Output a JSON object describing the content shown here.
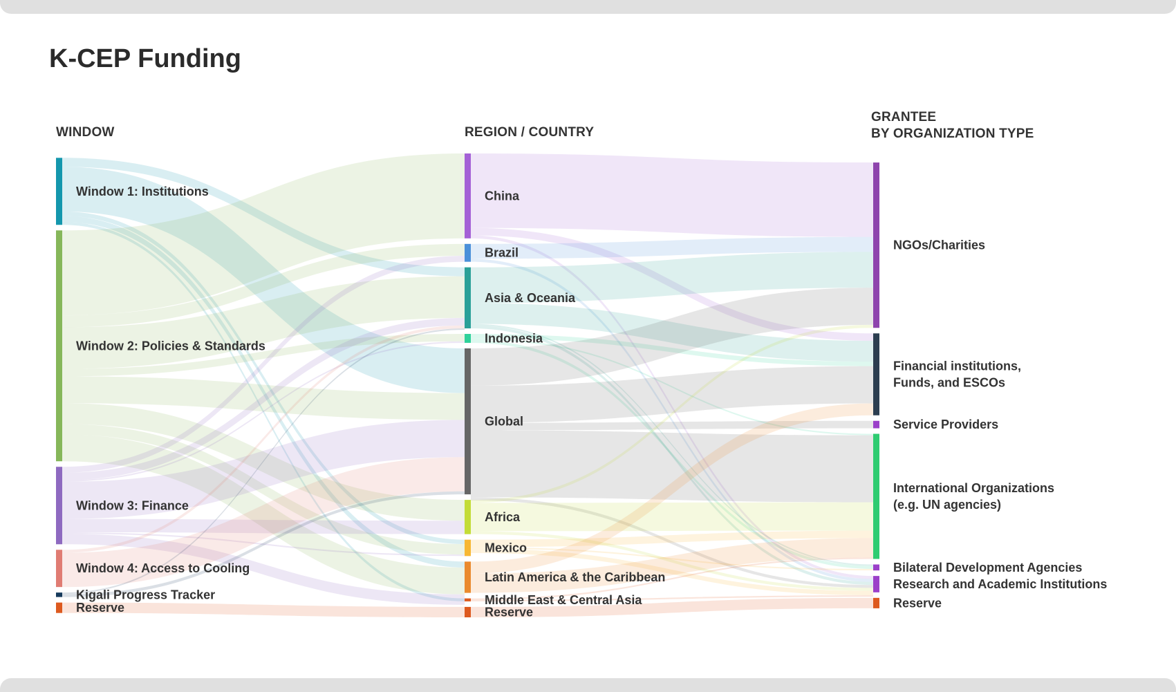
{
  "title": "K-CEP Funding",
  "columns": {
    "window": "WINDOW",
    "region": "REGION / COUNTRY",
    "grantee_line1": "GRANTEE",
    "grantee_line2": "BY ORGANIZATION TYPE"
  },
  "chart_data": {
    "type": "sankey",
    "title": "K-CEP Funding",
    "stages": [
      "WINDOW",
      "REGION / COUNTRY",
      "GRANTEE BY ORGANIZATION TYPE"
    ],
    "nodes": [
      {
        "id": "w1",
        "stage": 0,
        "label": [
          "Window 1: Institutions"
        ],
        "value": 45,
        "color": "#1497ad"
      },
      {
        "id": "w2",
        "stage": 0,
        "label": [
          "Window 2: Policies & Standards"
        ],
        "value": 155,
        "color": "#86b75a"
      },
      {
        "id": "w3",
        "stage": 0,
        "label": [
          "Window 3: Finance"
        ],
        "value": 52,
        "color": "#8e6ac0"
      },
      {
        "id": "w4",
        "stage": 0,
        "label": [
          "Window 4: Access to Cooling"
        ],
        "value": 25,
        "color": "#e07c73"
      },
      {
        "id": "w5",
        "stage": 0,
        "label": [
          "Kigali Progress Tracker"
        ],
        "value": 3,
        "color": "#163a5c"
      },
      {
        "id": "w6",
        "stage": 0,
        "label": [
          "Reserve"
        ],
        "value": 7,
        "color": "#dd5a1f"
      },
      {
        "id": "r_china",
        "stage": 1,
        "label": [
          "China"
        ],
        "value": 57,
        "color": "#a461d6"
      },
      {
        "id": "r_brazil",
        "stage": 1,
        "label": [
          "Brazil"
        ],
        "value": 12,
        "color": "#4a90d9"
      },
      {
        "id": "r_asia",
        "stage": 1,
        "label": [
          "Asia & Oceania"
        ],
        "value": 41,
        "color": "#2aa098"
      },
      {
        "id": "r_indonesia",
        "stage": 1,
        "label": [
          "Indonesia"
        ],
        "value": 6,
        "color": "#2fd19a"
      },
      {
        "id": "r_global",
        "stage": 1,
        "label": [
          "Global"
        ],
        "value": 98,
        "color": "#666666"
      },
      {
        "id": "r_africa",
        "stage": 1,
        "label": [
          "Africa"
        ],
        "value": 23,
        "color": "#c3dc37"
      },
      {
        "id": "r_mexico",
        "stage": 1,
        "label": [
          "Mexico"
        ],
        "value": 11,
        "color": "#f7b733"
      },
      {
        "id": "r_latam",
        "stage": 1,
        "label": [
          "Latin America & the Caribbean"
        ],
        "value": 21,
        "color": "#ea8a2e"
      },
      {
        "id": "r_mideast",
        "stage": 1,
        "label": [
          "Middle East & Central Asia"
        ],
        "value": 2,
        "color": "#dd5a1f"
      },
      {
        "id": "r_reserve",
        "stage": 1,
        "label": [
          "Reserve"
        ],
        "value": 7,
        "color": "#dd5a1f"
      },
      {
        "id": "g_ngo",
        "stage": 2,
        "label": [
          "NGOs/Charities"
        ],
        "value": 111,
        "color": "#8e44ad"
      },
      {
        "id": "g_fin",
        "stage": 2,
        "label": [
          "Financial institutions,",
          "Funds, and ESCOs"
        ],
        "value": 55,
        "color": "#2c3e50"
      },
      {
        "id": "g_serv",
        "stage": 2,
        "label": [
          "Service Providers"
        ],
        "value": 5,
        "color": "#9b40c9"
      },
      {
        "id": "g_intl",
        "stage": 2,
        "label": [
          "International Organizations",
          "(e.g. UN agencies)"
        ],
        "value": 84,
        "color": "#2ecc71"
      },
      {
        "id": "g_bilat",
        "stage": 2,
        "label": [
          "Bilateral Development Agencies"
        ],
        "value": 4,
        "color": "#9b40c9"
      },
      {
        "id": "g_research",
        "stage": 2,
        "label": [
          "Research and Academic Institutions"
        ],
        "value": 11,
        "color": "#9b40c9"
      },
      {
        "id": "g_reserve",
        "stage": 2,
        "label": [
          "Reserve"
        ],
        "value": 7,
        "color": "#dd5a1f"
      }
    ],
    "links": [
      {
        "source": "w1",
        "target": "r_asia",
        "value": 6
      },
      {
        "source": "w1",
        "target": "r_global",
        "value": 30
      },
      {
        "source": "w1",
        "target": "r_mexico",
        "value": 3
      },
      {
        "source": "w1",
        "target": "r_latam",
        "value": 4
      },
      {
        "source": "w1",
        "target": "r_mideast",
        "value": 2
      },
      {
        "source": "w2",
        "target": "r_china",
        "value": 57
      },
      {
        "source": "w2",
        "target": "r_brazil",
        "value": 8
      },
      {
        "source": "w2",
        "target": "r_asia",
        "value": 28
      },
      {
        "source": "w2",
        "target": "r_indonesia",
        "value": 5
      },
      {
        "source": "w2",
        "target": "r_global",
        "value": 18
      },
      {
        "source": "w2",
        "target": "r_africa",
        "value": 14
      },
      {
        "source": "w2",
        "target": "r_mexico",
        "value": 7
      },
      {
        "source": "w2",
        "target": "r_latam",
        "value": 18
      },
      {
        "source": "w3",
        "target": "r_brazil",
        "value": 4
      },
      {
        "source": "w3",
        "target": "r_asia",
        "value": 5
      },
      {
        "source": "w3",
        "target": "r_indonesia",
        "value": 1
      },
      {
        "source": "w3",
        "target": "r_global",
        "value": 25
      },
      {
        "source": "w3",
        "target": "r_africa",
        "value": 9
      },
      {
        "source": "w3",
        "target": "r_mexico",
        "value": 1
      },
      {
        "source": "w3",
        "target": "r_latam",
        "value": 7
      },
      {
        "source": "w4",
        "target": "r_asia",
        "value": 2
      },
      {
        "source": "w4",
        "target": "r_global",
        "value": 23
      },
      {
        "source": "w5",
        "target": "r_asia",
        "value": 1
      },
      {
        "source": "w5",
        "target": "r_global",
        "value": 2
      },
      {
        "source": "w6",
        "target": "r_reserve",
        "value": 7
      },
      {
        "source": "r_china",
        "target": "g_ngo",
        "value": 50
      },
      {
        "source": "r_china",
        "target": "g_fin",
        "value": 5
      },
      {
        "source": "r_china",
        "target": "g_research",
        "value": 2
      },
      {
        "source": "r_brazil",
        "target": "g_ngo",
        "value": 10
      },
      {
        "source": "r_brazil",
        "target": "g_research",
        "value": 2
      },
      {
        "source": "r_asia",
        "target": "g_ngo",
        "value": 24
      },
      {
        "source": "r_asia",
        "target": "g_fin",
        "value": 14
      },
      {
        "source": "r_asia",
        "target": "g_bilat",
        "value": 1
      },
      {
        "source": "r_asia",
        "target": "g_research",
        "value": 2
      },
      {
        "source": "r_indonesia",
        "target": "g_fin",
        "value": 3
      },
      {
        "source": "r_indonesia",
        "target": "g_intl",
        "value": 1
      },
      {
        "source": "r_indonesia",
        "target": "g_bilat",
        "value": 2
      },
      {
        "source": "r_global",
        "target": "g_ngo",
        "value": 25
      },
      {
        "source": "r_global",
        "target": "g_fin",
        "value": 25
      },
      {
        "source": "r_global",
        "target": "g_serv",
        "value": 5
      },
      {
        "source": "r_global",
        "target": "g_intl",
        "value": 45
      },
      {
        "source": "r_global",
        "target": "g_research",
        "value": 2
      },
      {
        "source": "r_africa",
        "target": "g_ngo",
        "value": 2
      },
      {
        "source": "r_africa",
        "target": "g_intl",
        "value": 19
      },
      {
        "source": "r_africa",
        "target": "g_research",
        "value": 2
      },
      {
        "source": "r_mexico",
        "target": "g_intl",
        "value": 5
      },
      {
        "source": "r_mexico",
        "target": "g_bilat",
        "value": 1
      },
      {
        "source": "r_mexico",
        "target": "g_research",
        "value": 3
      },
      {
        "source": "r_latam",
        "target": "g_fin",
        "value": 8
      },
      {
        "source": "r_latam",
        "target": "g_intl",
        "value": 13
      },
      {
        "source": "r_mideast",
        "target": "g_intl",
        "value": 1
      },
      {
        "source": "r_mideast",
        "target": "g_research",
        "value": 1
      },
      {
        "source": "r_reserve",
        "target": "g_reserve",
        "value": 7
      }
    ]
  }
}
